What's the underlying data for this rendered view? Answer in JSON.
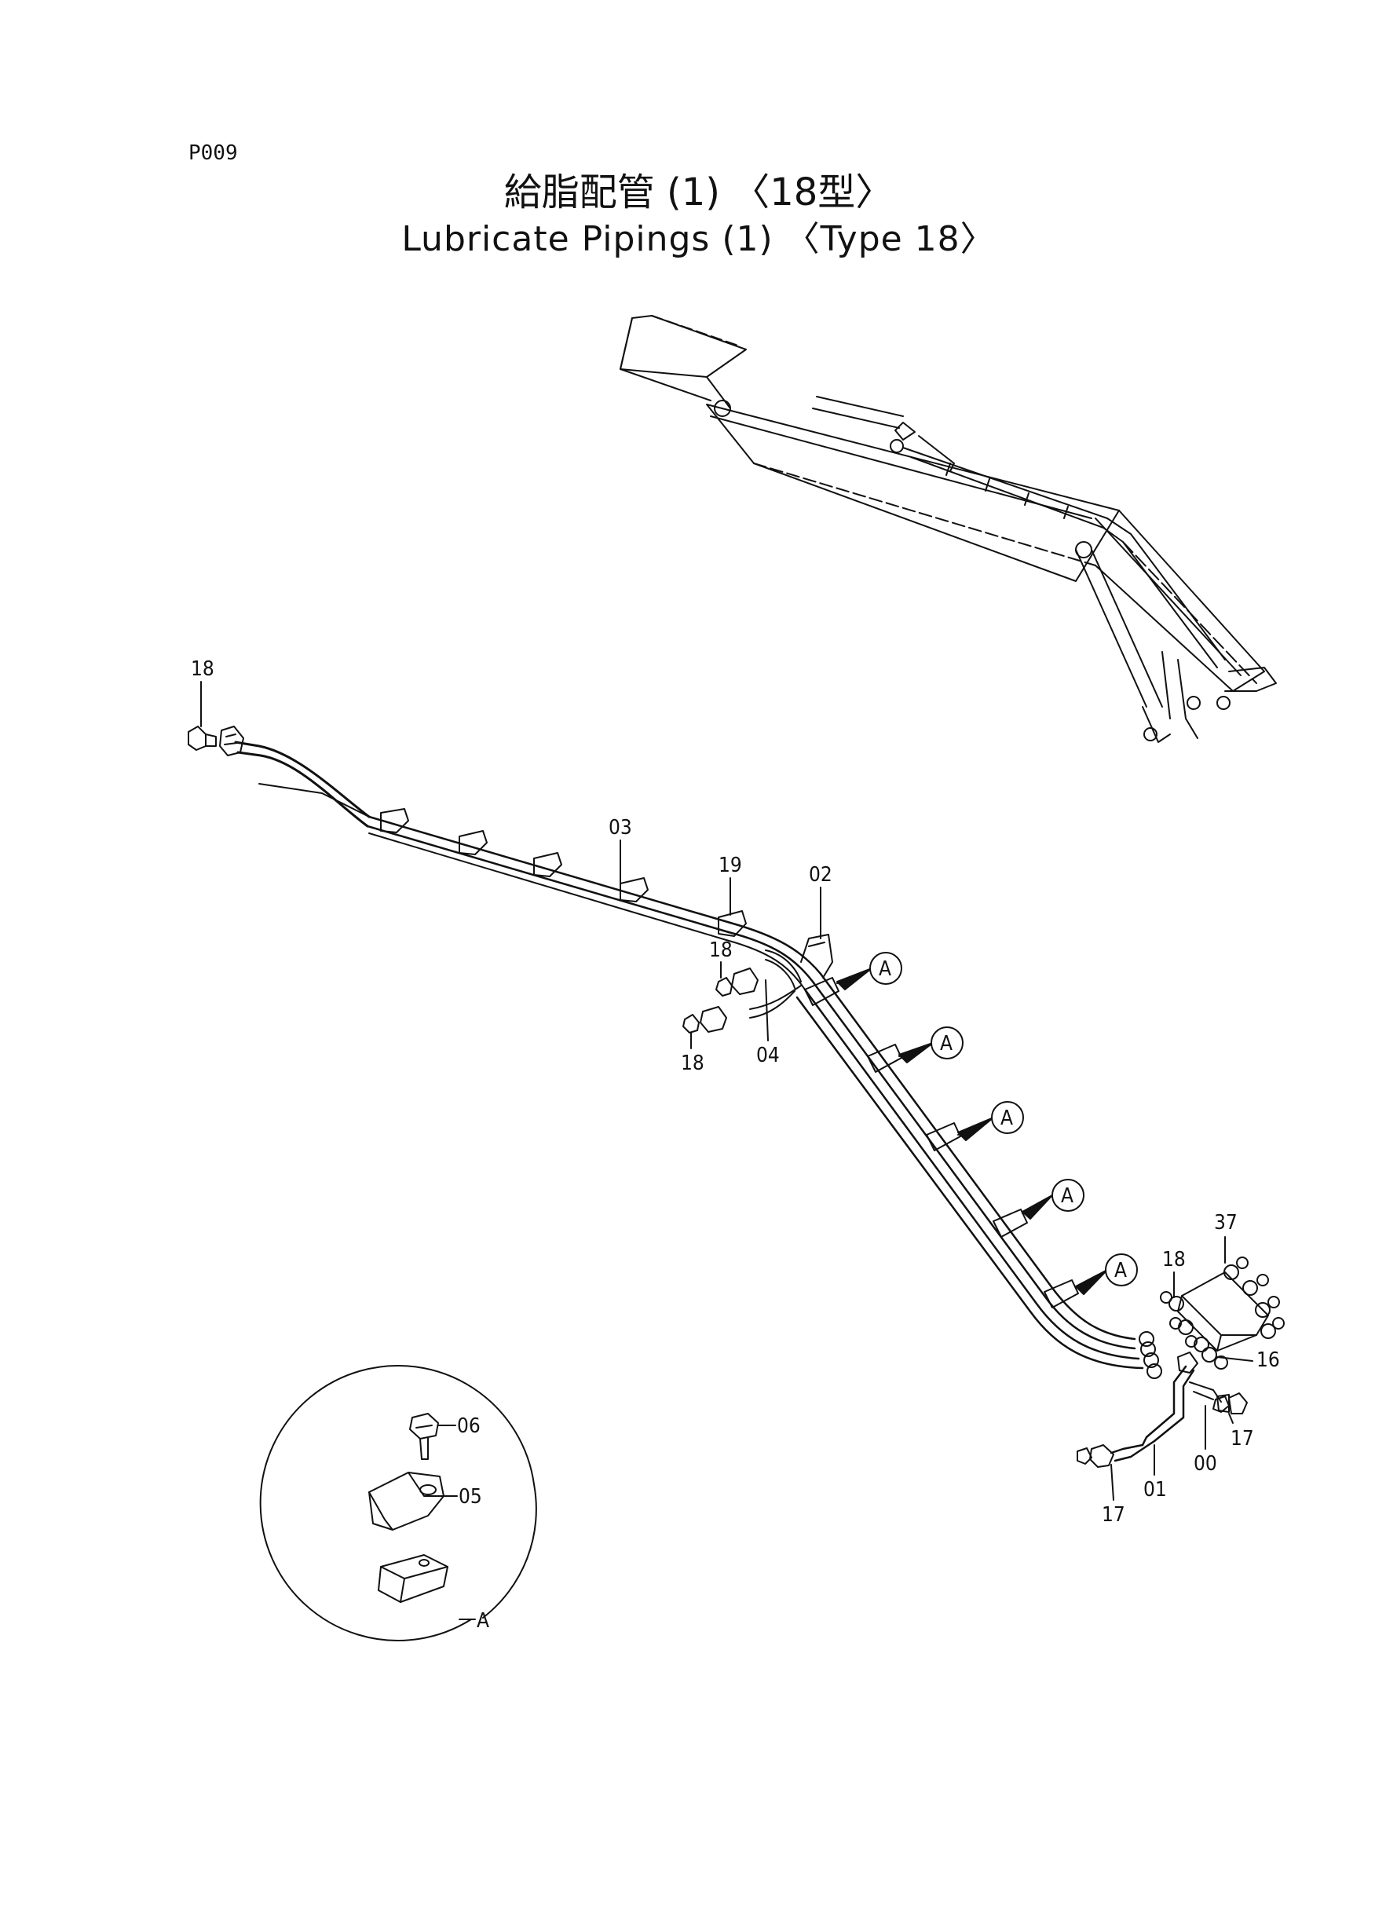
{
  "page_code": "P009",
  "title_jp": "給脂配管 (1) 〈18型〉",
  "title_en": "Lubricate Pipings (1) 〈Type 18〉",
  "part_labels": {
    "p18_top": "18",
    "p03": "03",
    "p19": "19",
    "p02": "02",
    "p18_mid": "18",
    "p18_low": "18",
    "p04": "04",
    "p37": "37",
    "p18_block": "18",
    "p16": "16",
    "p17_right": "17",
    "p00": "00",
    "p01": "01",
    "p17_bottom": "17",
    "p06": "06",
    "p05": "05"
  },
  "detail_callout": "A",
  "detail_label": "A"
}
